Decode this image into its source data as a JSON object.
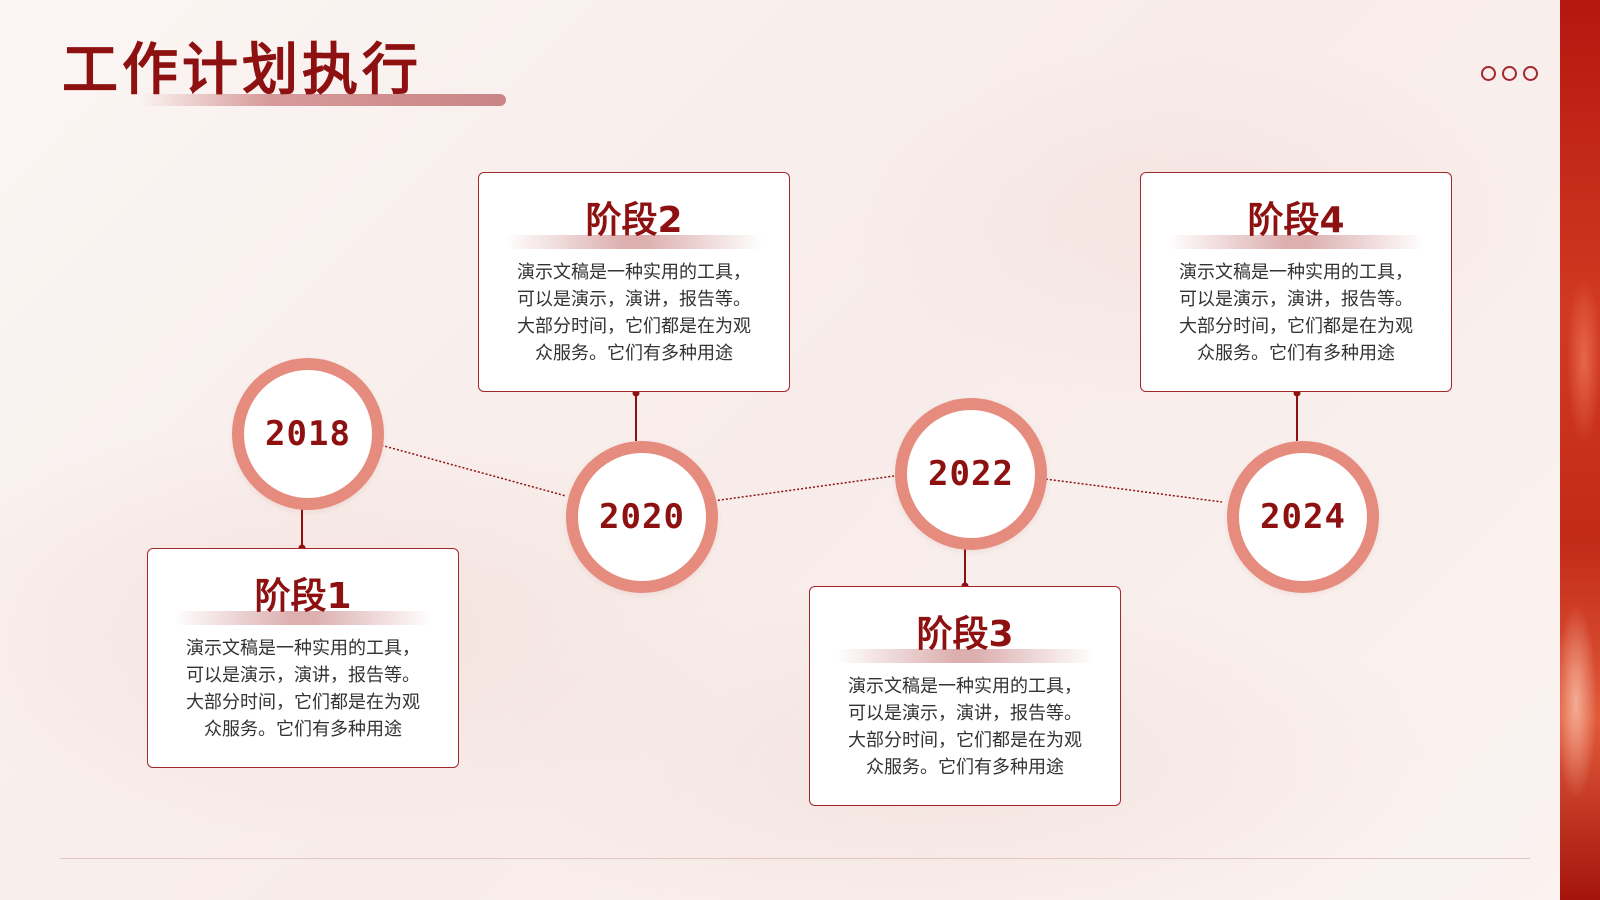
{
  "title": "工作计划执行",
  "stages": [
    {
      "year": "2018",
      "name": "阶段1",
      "lines": [
        "演示文稿是一种实用的工具，",
        "可以是演示，演讲，报告等。",
        "大部分时间，它们都是在为观",
        "众服务。它们有多种用途"
      ]
    },
    {
      "year": "2020",
      "name": "阶段2",
      "lines": [
        "演示文稿是一种实用的工具，",
        "可以是演示，演讲，报告等。",
        "大部分时间，它们都是在为观",
        "众服务。它们有多种用途"
      ]
    },
    {
      "year": "2022",
      "name": "阶段3",
      "lines": [
        "演示文稿是一种实用的工具，",
        "可以是演示，演讲，报告等。",
        "大部分时间，它们都是在为观",
        "众服务。它们有多种用途"
      ]
    },
    {
      "year": "2024",
      "name": "阶段4",
      "lines": [
        "演示文稿是一种实用的工具，",
        "可以是演示，演讲，报告等。",
        "大部分时间，它们都是在为观",
        "众服务。它们有多种用途"
      ]
    }
  ],
  "colors": {
    "primary": "#8e1111",
    "ring": "#e58c7f",
    "border": "#a3282a",
    "accent_band": "#c22a18"
  }
}
